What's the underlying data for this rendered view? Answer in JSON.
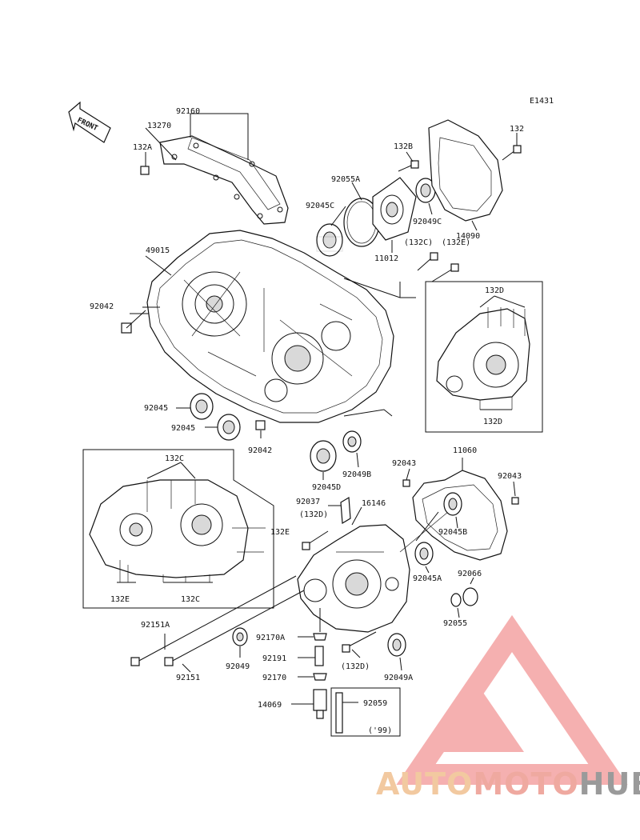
{
  "diagram": {
    "code": "E1431",
    "front_label": "FRONT",
    "labels": {
      "p92160": "92160",
      "p13270": "13270",
      "p132A": "132A",
      "p132": "132",
      "p132B": "132B",
      "p92055A": "92055A",
      "p92045C": "92045C",
      "p92049C": "92049C",
      "p14090": "14090",
      "p49015": "49015",
      "p132C_e": "(132C)",
      "p132E_e": "(132E)",
      "p11012": "11012",
      "p92042a": "92042",
      "p132D_t": "132D",
      "p132D_b": "132D",
      "p92045a": "92045",
      "p92045b": "92045",
      "p92042b": "92042",
      "p92045D": "92045D",
      "p92049B": "92049B",
      "p92043a": "92043",
      "p11060": "11060",
      "p92043b": "92043",
      "p132C_t": "132C",
      "p132E_r": "132E",
      "p132E_b": "132E",
      "p132C_b": "132C",
      "p92037": "92037",
      "p132D_p": "(132D)",
      "p16146": "16146",
      "p92045B": "92045B",
      "p92045A": "92045A",
      "p92066": "92066",
      "p92055": "92055",
      "p92151A": "92151A",
      "p92170A": "92170A",
      "p92049": "92049",
      "p92191": "92191",
      "p132D_q": "(132D)",
      "p92049A": "92049A",
      "p92151": "92151",
      "p92170": "92170",
      "p14069": "14069",
      "p92059": "92059",
      "p99": "('99)"
    }
  },
  "watermark": {
    "part1": "AUTO",
    "part2": "MOTO",
    "part3": "HUB",
    "colors": {
      "auto": "#f2c9a0",
      "moto": "#efa9a0",
      "hub": "#9a9a9a",
      "triangle": "#f4a3a3"
    }
  }
}
